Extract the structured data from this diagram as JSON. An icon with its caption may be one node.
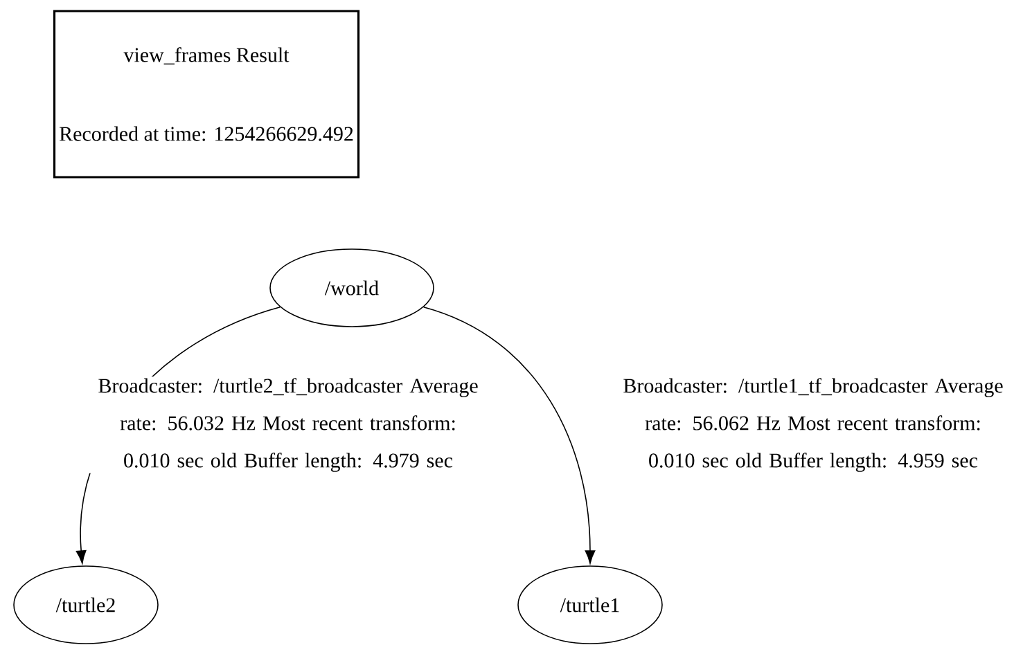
{
  "diagram": {
    "nodes": [
      {
        "text": [
          "view_frames Result",
          "Recorded at time: 1254266629.492"
        ]
      },
      {
        "text": [
          "/world"
        ]
      },
      {
        "text": [
          "/turtle2"
        ]
      },
      {
        "text": [
          "/turtle1"
        ]
      }
    ],
    "edges": [
      {
        "from": 1,
        "to": 2,
        "arrow": "to",
        "label": "Broadcaster: /turtle2_tf_broadcaster Average rate: 56.032 Hz Most recent transform: 0.010 sec old Buffer length: 4.979 sec"
      },
      {
        "from": 1,
        "to": 3,
        "arrow": "to",
        "label": "Broadcaster: /turtle1_tf_broadcaster Average rate: 56.062 Hz Most recent transform: 0.010 sec old Buffer length: 4.959 sec"
      }
    ]
  }
}
